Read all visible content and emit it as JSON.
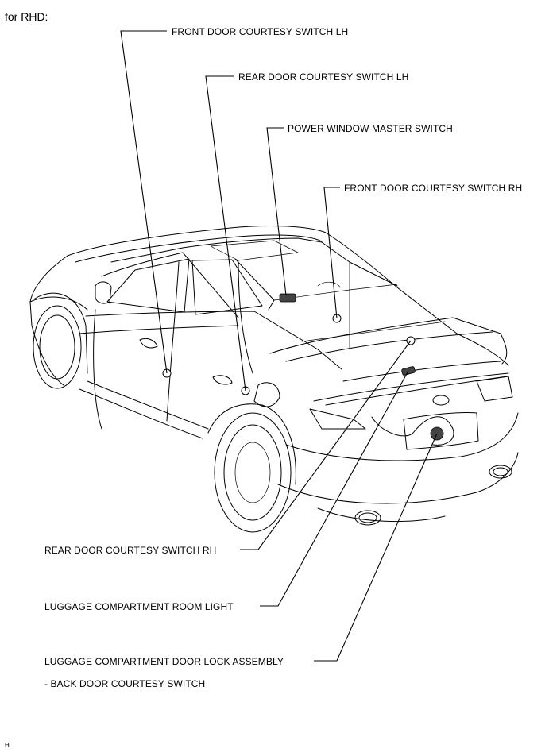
{
  "header": {
    "title": "for RHD:"
  },
  "callouts": {
    "front_door_courtesy_switch_lh": "FRONT DOOR COURTESY SWITCH LH",
    "rear_door_courtesy_switch_lh": "REAR DOOR COURTESY SWITCH  LH",
    "power_window_master_switch": "POWER WINDOW MASTER SWITCH",
    "front_door_courtesy_switch_rh": "FRONT DOOR COURTESY SWITCH RH",
    "rear_door_courtesy_switch_rh": "REAR DOOR COURTESY SWITCH RH",
    "luggage_compartment_room_light": "LUGGAGE COMPARTMENT ROOM LIGHT",
    "luggage_compartment_door_lock_assembly": "LUGGAGE COMPARTMENT DOOR LOCK ASSEMBLY",
    "back_door_courtesy_switch": "-  BACK DOOR COURTESY SWITCH"
  },
  "footer": {
    "code": "H"
  }
}
